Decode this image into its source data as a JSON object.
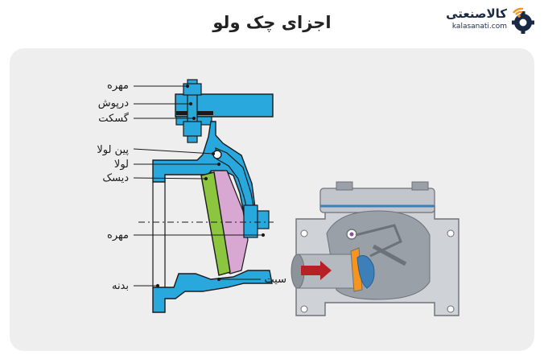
{
  "title": "اجزای چک ولو",
  "logo": {
    "name": "کالاصنعتی",
    "url": "kalasanati.com",
    "icon": "gear-wifi-icon"
  },
  "labels": {
    "nut_top": "مهره",
    "bonnet": "درپوش",
    "gasket": "گسکت",
    "hinge_pin": "پین لولا",
    "hinge": "لولا",
    "disc": "دیسک",
    "nut_disc": "مهره",
    "body": "بدنه",
    "seat": "سیت"
  },
  "colors": {
    "body": "#29a8de",
    "disc": "#8cc63f",
    "seat_ring": "#d8a7d2",
    "outline": "#1a1a1a",
    "panel": "#eeeeee",
    "flow_arrow": "#b72025",
    "logo_accent": "#f7941d"
  }
}
